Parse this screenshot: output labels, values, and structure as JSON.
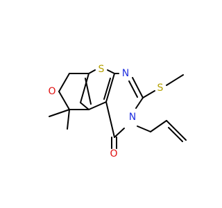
{
  "molecule": {
    "atoms": {
      "S_ring": {
        "symbol": "S",
        "color": "#b4a000"
      },
      "N_top": {
        "symbol": "N",
        "color": "#2030e0"
      },
      "S_methyl": {
        "symbol": "S",
        "color": "#b4a000"
      },
      "O_ring": {
        "symbol": "O",
        "color": "#e01010"
      },
      "N_allyl": {
        "symbol": "N",
        "color": "#2030e0"
      },
      "O_carbonyl": {
        "symbol": "O",
        "color": "#e01010"
      }
    },
    "bond_color": "#000000",
    "background": "#ffffff"
  }
}
